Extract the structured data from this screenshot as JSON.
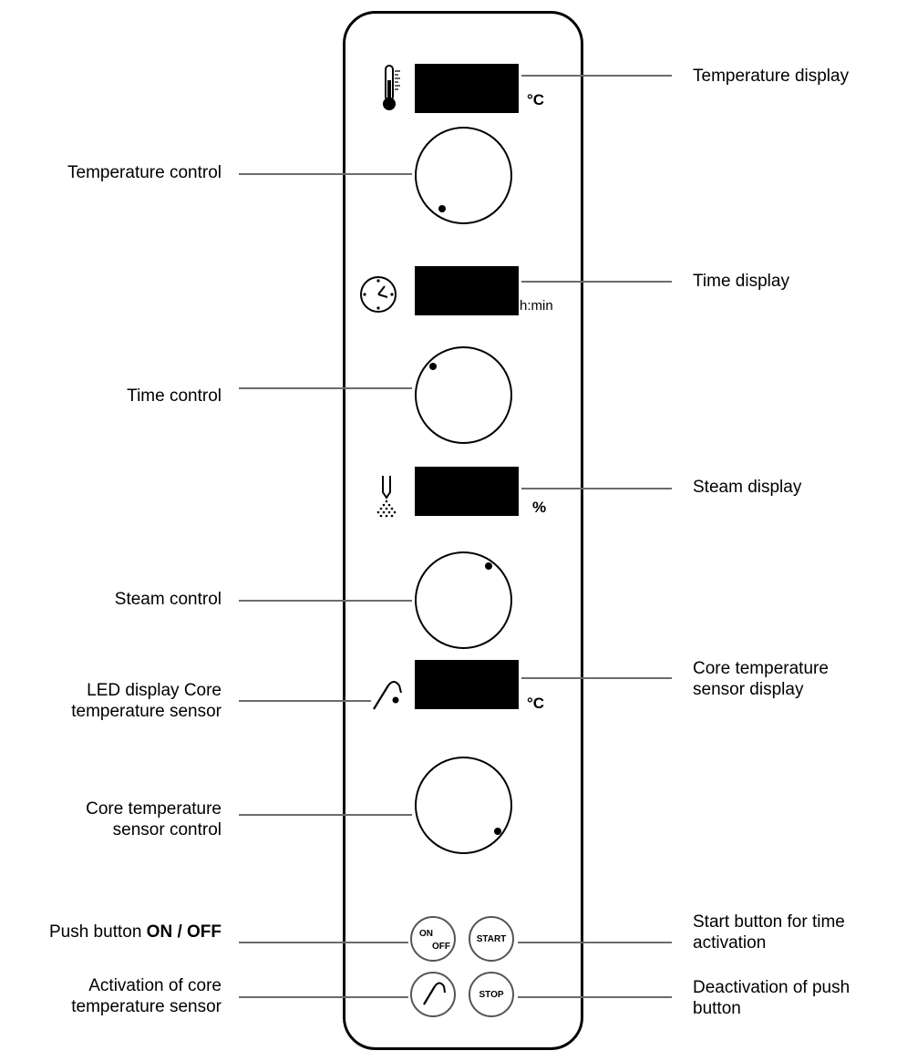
{
  "labels_left": {
    "temperature_control": "Temperature control",
    "time_control": "Time control",
    "steam_control": "Steam control",
    "led_core_line1": "LED display Core",
    "led_core_line2": "temperature sensor",
    "core_control_line1": "Core temperature",
    "core_control_line2": "sensor control",
    "onoff_prefix": "Push button ",
    "onoff_bold": "ON / OFF",
    "activation_line1": "Activation of core",
    "activation_line2": "temperature sensor"
  },
  "labels_right": {
    "temperature_display": "Temperature display",
    "time_display": "Time display",
    "steam_display": "Steam display",
    "core_display_line1": "Core temperature",
    "core_display_line2": "sensor display",
    "start_line1": "Start button for time",
    "start_line2": "activation",
    "deactivation_line1": "Deactivation of push",
    "deactivation_line2": "button"
  },
  "units": {
    "temperature": "°C",
    "time": "h:min",
    "steam": "%",
    "core": "°C"
  },
  "buttons": {
    "on": "ON",
    "off": "OFF",
    "start": "START",
    "stop": "STOP"
  },
  "icons": {
    "temperature": "thermometer-icon",
    "time": "clock-icon",
    "steam": "steam-icon",
    "core": "core-probe-icon",
    "activation": "core-probe-icon"
  },
  "colors": {
    "display": "#000000",
    "leader_line": "#6b6b6b",
    "panel_border": "#000000"
  }
}
